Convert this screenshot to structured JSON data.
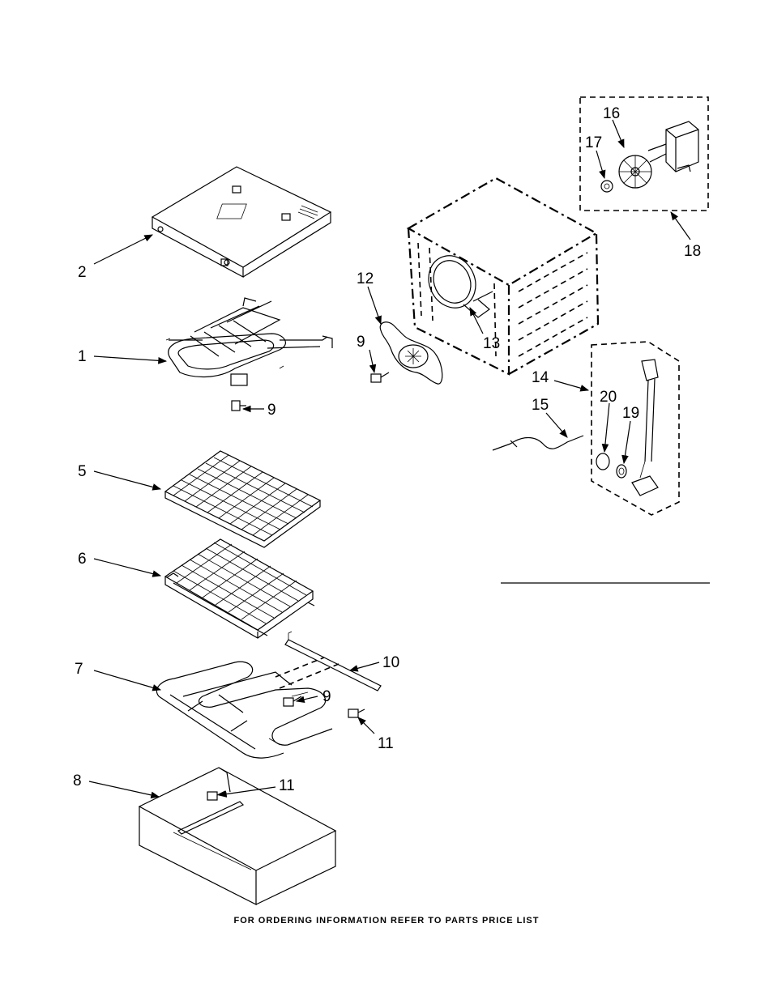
{
  "callouts": {
    "c1": "1",
    "c2": "2",
    "c5": "5",
    "c6": "6",
    "c7": "7",
    "c8": "8",
    "c9a": "9",
    "c9b": "9",
    "c9c": "9",
    "c10": "10",
    "c11a": "11",
    "c11b": "11",
    "c12": "12",
    "c13": "13",
    "c14": "14",
    "c15": "15",
    "c16": "16",
    "c17": "17",
    "c18": "18",
    "c19": "19",
    "c20": "20"
  },
  "footer": "FOR ORDERING INFORMATION REFER TO PARTS PRICE LIST"
}
